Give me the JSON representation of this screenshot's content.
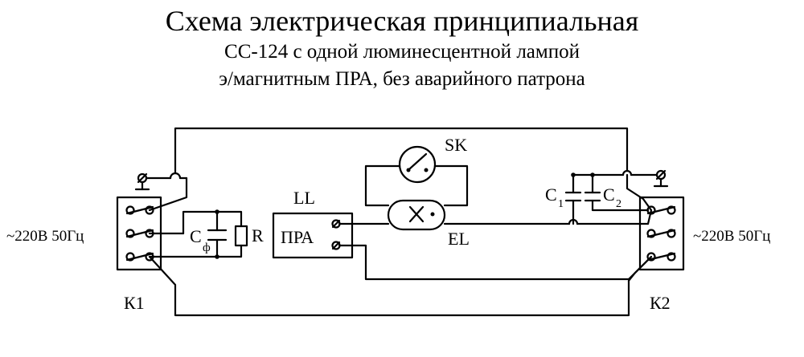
{
  "title": {
    "line1": "Схема электрическая принципиальная",
    "line2": "СС-124 с одной люминесцентной лампой",
    "line3": "э/магнитным ПРА, без аварийного патрона"
  },
  "labels": {
    "supply_left": "~220В 50Гц",
    "supply_right": "~220В 50Гц",
    "k1": "К1",
    "k2": "К2",
    "ll": "LL",
    "pra": "ПРА",
    "sk": "SK",
    "el": "EL",
    "c_main": "C",
    "c_main_sub": "ф",
    "r": "R",
    "c1": "C",
    "c1_sub": "1",
    "c2": "C",
    "c2_sub": "2"
  }
}
